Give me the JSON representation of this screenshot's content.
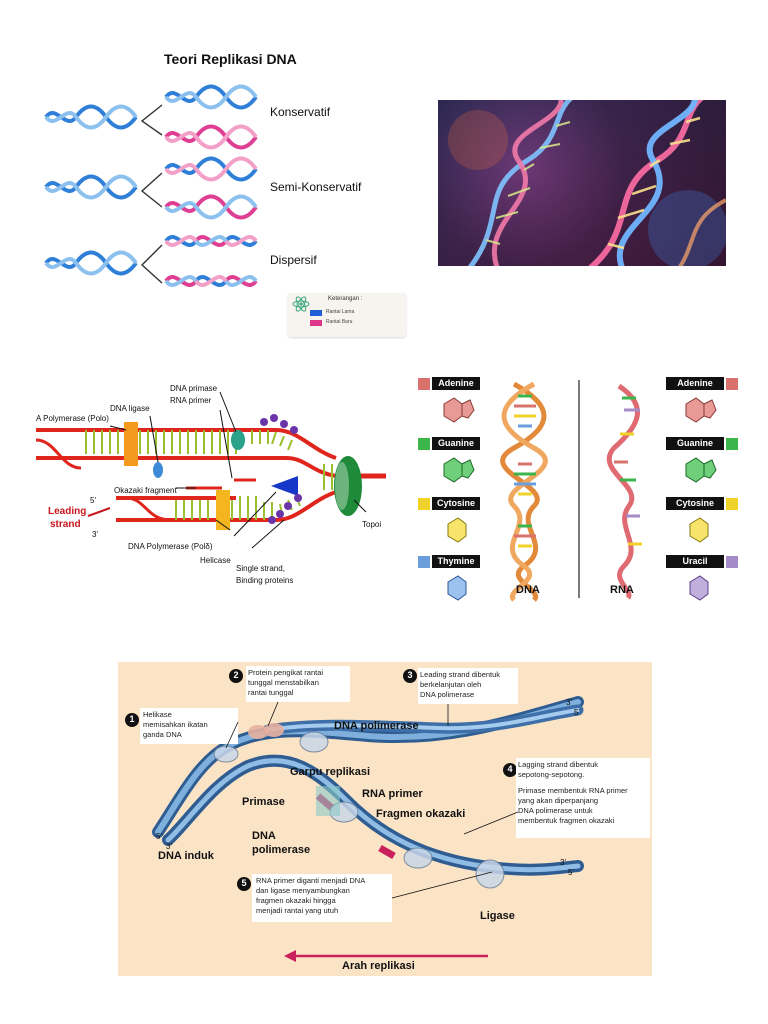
{
  "theory": {
    "title": "Teori Replikasi DNA",
    "models": [
      {
        "label": "Konservatif"
      },
      {
        "label": "Semi-Konservatif"
      },
      {
        "label": "Dispersif"
      }
    ],
    "legend": {
      "title": "Keterangan :",
      "items": [
        {
          "label": "Rantai Lama",
          "color": "#1f5fd6"
        },
        {
          "label": "Rantai Baru",
          "color": "#e0358c"
        }
      ]
    },
    "colors": {
      "old_strand": "#2f7fd8",
      "new_strand": "#de3f92"
    }
  },
  "fork": {
    "labels": {
      "dna_primase": "DNA primase",
      "rna_primer": "RNA primer",
      "dna_ligase": "DNA ligase",
      "pol_alpha": "A Polymerase (Polo)",
      "okazaki": "Okazaki fragment",
      "leading_1": "Leading",
      "leading_2": "strand",
      "five": "5'",
      "three": "3'",
      "pol_delta": "DNA Polymerase (Polδ)",
      "helicase": "Helicase",
      "ssb_1": "Single strand,",
      "ssb_2": "Binding proteins",
      "topo": "Topoi"
    }
  },
  "bases": {
    "dna": [
      "Adenine",
      "Guanine",
      "Cytosine",
      "Thymine"
    ],
    "rna": [
      "Adenine",
      "Guanine",
      "Cytosine",
      "Uracil"
    ],
    "colors": [
      "#d9726d",
      "#3cb54a",
      "#f0d22a",
      "#6a9edc"
    ],
    "uracil_color": "#a58cc8",
    "dna_label": "DNA",
    "rna_label": "RNA"
  },
  "process": {
    "steps": [
      {
        "num": "1",
        "text_1": "Helikase",
        "text_2": "memisahkan ikatan",
        "text_3": "ganda DNA"
      },
      {
        "num": "2",
        "text_1": "Protein pengikat rantai",
        "text_2": "tunggal menstabilkan",
        "text_3": "rantai tunggal"
      },
      {
        "num": "3",
        "text_1": "Leading strand dibentuk",
        "text_2": "berkelanjutan oleh",
        "text_3": "DNA polimerase"
      },
      {
        "num": "4",
        "text_1": "Lagging strand dibentuk",
        "text_2": "sepotong-sepotong.",
        "text_3": "Primase membentuk RNA primer",
        "text_4": "yang akan diperpanjang",
        "text_5": "DNA polimerase untuk",
        "text_6": "membentuk fragmen okazaki"
      },
      {
        "num": "5",
        "text_1": "RNA primer diganti menjadi DNA",
        "text_2": "dan ligase menyambungkan",
        "text_3": "fragmen okazaki hingga",
        "text_4": "menjadi rantai yang utuh"
      }
    ],
    "labels": {
      "dna_polimerase": "DNA polimerase",
      "garpu": "Garpu replikasi",
      "primase": "Primase",
      "rna_primer": "RNA primer",
      "fragmen": "Fragmen okazaki",
      "dna_pol_2a": "DNA",
      "dna_pol_2b": "polimerase",
      "dna_induk": "DNA induk",
      "ligase": "Ligase",
      "arah": "Arah replikasi",
      "five": "5'",
      "three": "3'"
    },
    "colors": {
      "background": "#fbe4c6",
      "strand": "#3e6fa8",
      "arrow": "#c8205a"
    }
  }
}
